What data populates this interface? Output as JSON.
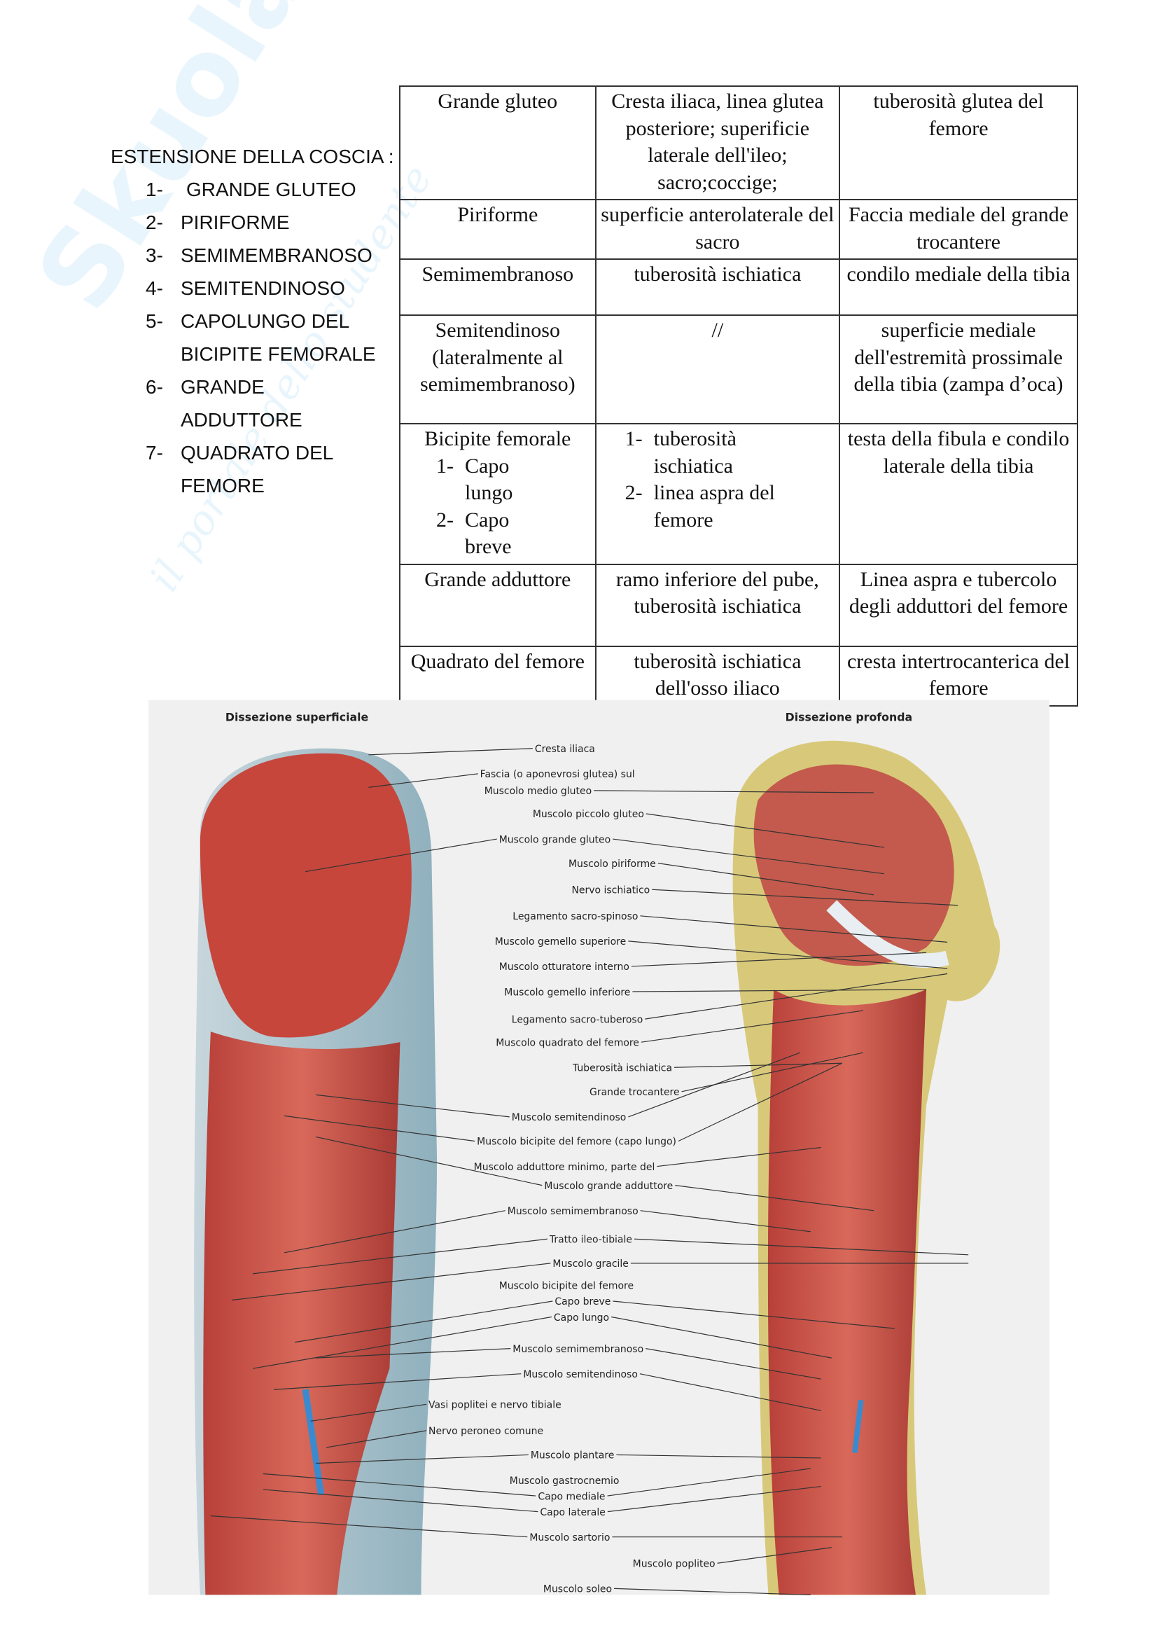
{
  "watermark": {
    "brand": "Skuola.net",
    "tagline": "il portale dello studente"
  },
  "list": {
    "title": "ESTENSIONE DELLA COSCIA :",
    "items": [
      {
        "num": "1-",
        "lines": [
          "GRANDE GLUTEO"
        ]
      },
      {
        "num": "2-",
        "lines": [
          "PIRIFORME"
        ]
      },
      {
        "num": "3-",
        "lines": [
          "SEMIMEMBRANOSO"
        ]
      },
      {
        "num": "4-",
        "lines": [
          "SEMITENDINOSO"
        ]
      },
      {
        "num": "5-",
        "lines": [
          "CAPOLUNGO DEL",
          "BICIPITE FEMORALE"
        ]
      },
      {
        "num": "6-",
        "lines": [
          "GRANDE",
          "ADDUTTORE"
        ]
      },
      {
        "num": "7-",
        "lines": [
          "QUADRATO DEL",
          "FEMORE"
        ]
      }
    ]
  },
  "table": {
    "rows": [
      {
        "muscle": "Grande gluteo",
        "origin": "Cresta iliaca, linea glutea posteriore; superificie laterale dell'ileo; sacro;coccige;",
        "insertion": "tuberosità glutea del femore"
      },
      {
        "muscle": "Piriforme",
        "origin": "superficie anterolaterale del sacro",
        "insertion": "Faccia mediale del grande trocantere"
      },
      {
        "muscle": "Semimembranoso",
        "origin": "tuberosità ischiatica",
        "insertion": "condilo mediale della tibia"
      },
      {
        "muscle": "Semitendinoso (lateralmente al semimembranoso)",
        "origin": "//",
        "insertion": "superficie mediale dell'estremità prossimale della tibia (zampa d’oca)"
      },
      {
        "muscle": "Bicipite femorale",
        "muscle_sub": [
          {
            "n": "1-",
            "t": "Capo lungo"
          },
          {
            "n": "2-",
            "t": "Capo breve"
          }
        ],
        "origin_sub": [
          {
            "n": "1-",
            "t": "tuberosità ischiatica"
          },
          {
            "n": "2-",
            "t": "linea aspra del femore"
          }
        ],
        "insertion": "testa della fibula e condilo laterale della tibia"
      },
      {
        "muscle": "Grande adduttore",
        "origin": "ramo inferiore del pube, tuberosità ischiatica",
        "insertion": "Linea aspra e tubercolo degli adduttori del femore"
      },
      {
        "muscle": "Quadrato del femore",
        "origin": "tuberosità ischiatica dell'osso iliaco",
        "insertion": "cresta intertrocanterica del femore"
      }
    ]
  },
  "figure": {
    "title_left": "Dissezione superficiale",
    "title_right": "Dissezione profonda",
    "labels": [
      "Cresta iliaca",
      "Fascia (o aponevrosi glutea) sul",
      "Muscolo medio gluteo",
      "Muscolo piccolo gluteo",
      "Muscolo grande gluteo",
      "Muscolo piriforme",
      "Nervo ischiatico",
      "Legamento sacro-spinoso",
      "Muscolo gemello superiore",
      "Muscolo otturatore interno",
      "Muscolo gemello inferiore",
      "Legamento sacro-tuberoso",
      "Muscolo quadrato del femore",
      "Tuberosità ischiatica",
      "Grande trocantere",
      "Muscolo semitendinoso",
      "Muscolo bicipite del femore (capo lungo)",
      "Muscolo adduttore minimo, parte del",
      "Muscolo grande adduttore",
      "Muscolo semimembranoso",
      "Tratto ileo-tibiale",
      "Muscolo gracile",
      "Muscolo bicipite del femore",
      "Capo breve",
      "Capo lungo",
      "Muscolo semimembranoso",
      "Muscolo semitendinoso",
      "Vasi poplitei e nervo tibiale",
      "Nervo peroneo comune",
      "Muscolo plantare",
      "Muscolo gastrocnemio",
      "Capo mediale",
      "Capo laterale",
      "Muscolo sartorio",
      "Muscolo popliteo",
      "Muscolo soleo"
    ]
  }
}
